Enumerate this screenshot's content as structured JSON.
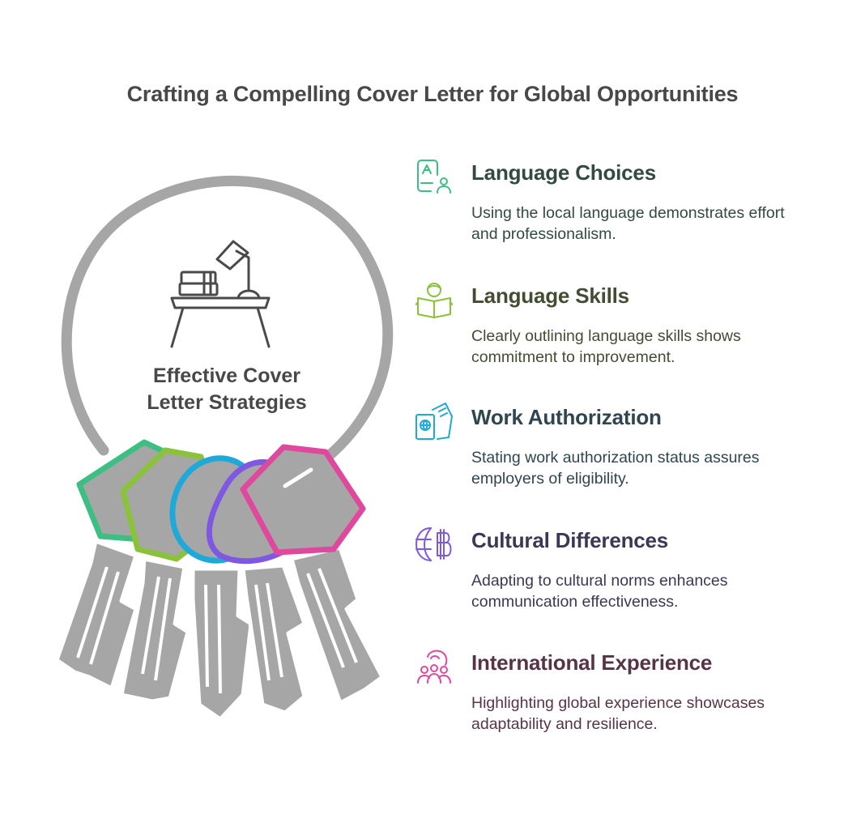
{
  "title": "Crafting a Compelling Cover Letter for Global Opportunities",
  "center_label": "Effective Cover Letter Strategies",
  "items": [
    {
      "heading": "Language Choices",
      "description": "Using the local language demonstrates effort and professionalism.",
      "icon": "translate-person-icon",
      "color": "#3dbf84",
      "text_color": "#324a42"
    },
    {
      "heading": "Language Skills",
      "description": "Clearly outlining language skills shows commitment to improvement.",
      "icon": "reading-person-icon",
      "color": "#8bc23c",
      "text_color": "#434d32"
    },
    {
      "heading": "Work Authorization",
      "description": "Stating work authorization status assures employers of eligibility.",
      "icon": "passport-ticket-icon",
      "color": "#1fa9d9",
      "text_color": "#2f4650"
    },
    {
      "heading": "Cultural Differences",
      "description": "Adapting to cultural norms enhances communication effectiveness.",
      "icon": "globe-currency-icon",
      "color": "#7f58e2",
      "text_color": "#3c3756"
    },
    {
      "heading": "International Experience",
      "description": "Highlighting global experience showcases adaptability and resilience.",
      "icon": "global-team-icon",
      "color": "#e0489e",
      "text_color": "#563446"
    }
  ],
  "key_colors": [
    "#3dbf84",
    "#8bc23c",
    "#1fa9d9",
    "#7f58e2",
    "#e0489e"
  ],
  "key_body_color": "#a6a6a6",
  "ring_color": "#a6a6a6"
}
